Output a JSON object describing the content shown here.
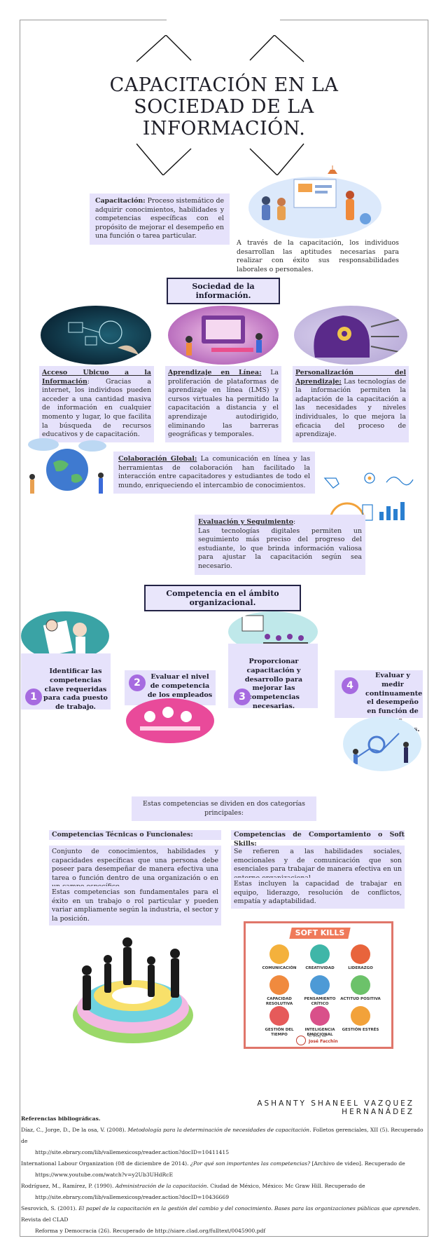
{
  "title": "CAPACITACIÓN EN LA SOCIEDAD DE LA INFORMACIÓN.",
  "definition": {
    "term": "Capacitación:",
    "text": " Proceso sistemático de adquirir conocimientos, habilidades y competencias específicas con el propósito de mejorar el desempeño en una función o tarea particular."
  },
  "intro_text": "A través de la capacitación, los individuos desarrollan las aptitudes necesarias para realizar con éxito sus responsabilidades laborales o personales.",
  "society_heading": "Sociedad de la información.",
  "society_items": [
    {
      "term": "Acceso Ubicuo a la Información",
      "text": ": Gracias a internet, los individuos pueden acceder a una cantidad masiva de información en cualquier momento y lugar, lo que facilita la búsqueda de recursos educativos y de capacitación."
    },
    {
      "term": "Aprendizaje en Línea:",
      "text": " La proliferación de plataformas de aprendizaje en línea (LMS) y cursos virtuales ha permitido la capacitación a distancia y el aprendizaje autodirigido, eliminando las barreras geográficas y temporales."
    },
    {
      "term": "Personalización del Aprendizaje:",
      "text": " Las tecnologías de la información permiten la adaptación de la capacitación a las necesidades y niveles individuales, lo que mejora la eficacia del proceso de aprendizaje."
    }
  ],
  "global": {
    "term": "Colaboración Global:",
    "text": " La comunicación en línea y las herramientas de colaboración han facilitado la interacción entre capacitadores y estudiantes de todo el mundo, enriqueciendo el intercambio de conocimientos."
  },
  "evaluation": {
    "term": "Evaluación y Seguimiento",
    "colon": ":",
    "text": "  Las tecnologías digitales permiten un seguimiento más preciso del progreso del estudiante, lo que brinda información valiosa para ajustar la capacitación según sea necesario."
  },
  "org_heading": "Competencia en el ámbito organizacional.",
  "steps": [
    {
      "num": "1",
      "text": "Identificar las competencias clave requeridas para cada puesto de trabajo."
    },
    {
      "num": "2",
      "text": "Evaluar el nivel de competencia de los empleados actuales."
    },
    {
      "num": "3",
      "text": "Proporcionar capacitación y desarrollo para mejorar las competencias necesarias."
    },
    {
      "num": "4",
      "text": "Evaluar y medir continuamente el desempeño en función de estas competencias."
    }
  ],
  "categories_intro": "Estas competencias se dividen en dos categorías principales:",
  "technical": {
    "heading": "Competencias Técnicas o Funcionales:",
    "p1": "Conjunto de conocimientos, habilidades y capacidades específicas que una persona debe poseer para desempeñar de manera efectiva una tarea o función dentro de una organización o en un campo específico.",
    "p2": "Estas competencias son fundamentales para el éxito en un trabajo o rol particular y pueden variar ampliamente según la industria, el sector y la posición."
  },
  "soft": {
    "heading": "Competencias de Comportamiento o Soft Skills:",
    "p1": "Se refieren a las habilidades sociales, emocionales y de comunicación que son esenciales para trabajar de manera efectiva en un entorno organizacional.",
    "p2": "Estas incluyen la capacidad de trabajar en equipo, liderazgo, resolución de conflictos, empatía y adaptabilidad."
  },
  "soft_skills_card": {
    "title": "SOFT KILLS",
    "skills": [
      "COMUNICACIÓN",
      "CREATIVIDAD",
      "LIDERAZGO",
      "CAPACIDAD RESOLUTIVA",
      "PENSAMIENTO CRÍTICO",
      "ACTITUD POSITIVA",
      "GESTIÓN DEL TIEMPO",
      "INTELIGENCIA EMOCIONAL",
      "GESTIÓN ESTRÉS"
    ],
    "skill_colors": [
      "#f4b13c",
      "#3fb6a8",
      "#e8643c",
      "#f08a3e",
      "#4d9ad6",
      "#6cc26a",
      "#e65a5a",
      "#d9508a",
      "#f2a23a"
    ],
    "footer_small": "El Blog de",
    "footer_name": "José Facchin"
  },
  "author": "ASHANTY SHANEEL VAZQUEZ HERNANÁDEZ",
  "references": {
    "heading": "Referencias bibliográficas.",
    "items": [
      {
        "main_a": "Díaz, C., Jorge, D., De la osa, V. (2008). ",
        "italic": "Metodología para la determinación de necesidades de capacitación",
        "main_b": ". Folletos gerenciales, XII (5). Recuperado de",
        "cont": "http://site.ebrary.com/lib/vallemexicosp/reader.action?docID=10411415"
      },
      {
        "main_a": "International Labour Organization (08 de diciembre de 2014). ",
        "italic": "¿Por qué son importantes las competencias?",
        "main_b": " [Archivo de video]. Recuperado de",
        "cont": "https://www.youtube.com/watch?v=y2Ub3UHdRcE"
      },
      {
        "main_a": "Rodríguez, M., Ramírez, P. (1990). ",
        "italic": "Administración de la capacitación",
        "main_b": ". Ciudad de México, México: Mc Graw Hill. Recuperado de",
        "cont": "http://site.ebrary.com/lib/vallemexicosp/reader.action?docID=10436669"
      },
      {
        "main_a": "Sesrovich, S. (2001). ",
        "italic": "El papel de la capacitación en la gestión del cambio y del conocimiento. Bases para las organizaciones públicas que aprenden.",
        "main_b": " Revista del CLAD",
        "cont": "Reforma y Democracia (26). Recuperado de http://siare.clad.org/fulltext/0045900.pdf"
      }
    ]
  },
  "colors": {
    "accent_purple": "#a66be0",
    "panel_lavender": "#e6e2fb",
    "soft_card_border": "#e0766a"
  }
}
